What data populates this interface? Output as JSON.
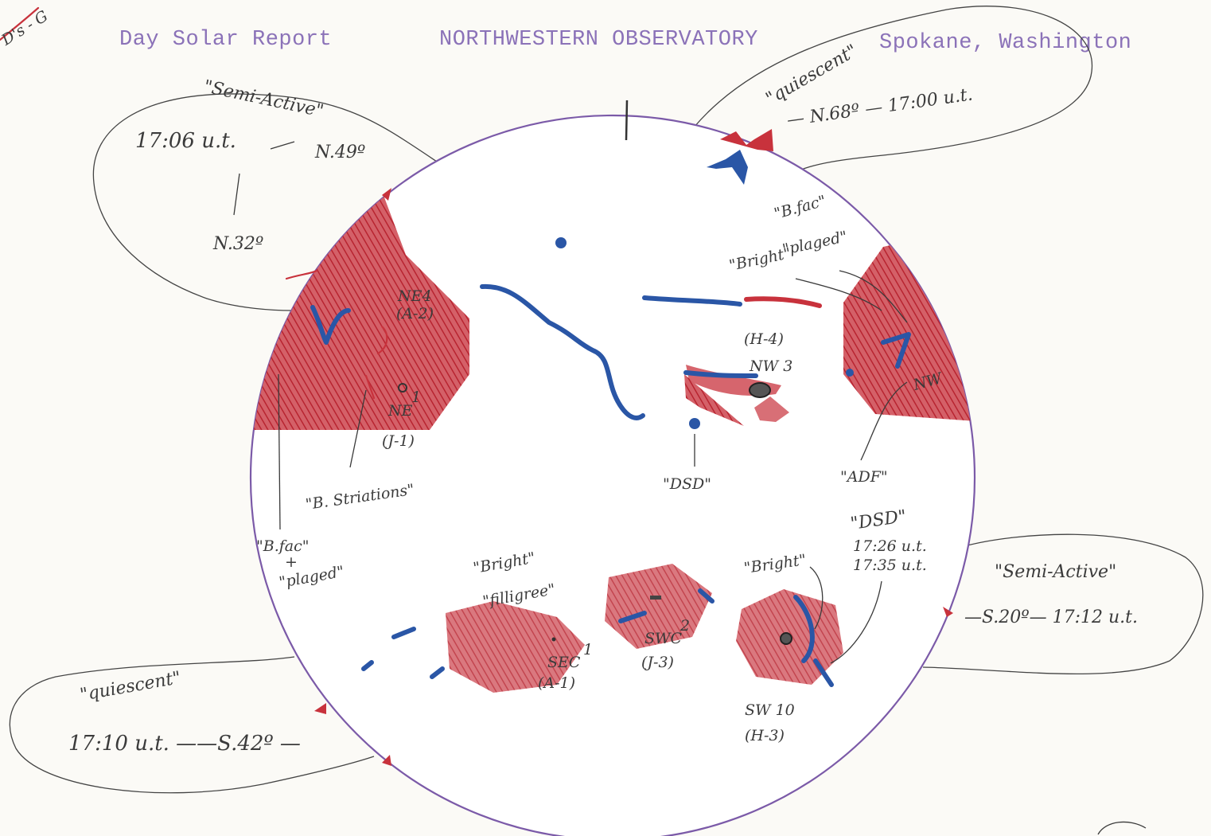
{
  "header": {
    "report_title": "Day Solar Report",
    "observatory": "NORTHWESTERN OBSERVATORY",
    "location": "Spokane, Washington",
    "corner_note": "D's - G"
  },
  "bubbles": {
    "semi_active_ne": {
      "label": "\"Semi-Active\"",
      "time": "17:06 u.t.",
      "lat_a": "N.49º",
      "lat_b": "N.32º"
    },
    "quiescent_n": {
      "label": "\"quiescent\"",
      "line": "— N.68º — 17:00 u.t."
    },
    "semi_active_sw": {
      "label": "\"Semi-Active\"",
      "line": "—S.20º— 17:12 u.t."
    },
    "quiescent_s": {
      "label": "\"quiescent\"",
      "line": "17:10 u.t. ——S.42º —"
    }
  },
  "disk_labels": {
    "ne4": "NE4",
    "ne4_id": "(A-2)",
    "ne1": "NE",
    "ne1_num": "1",
    "ne1_id": "(J-1)",
    "h4": "(H-4)",
    "nw3": "NW 3",
    "dsd_center": "\"DSD\"",
    "b_fac": "\"B.fac\"",
    "plaged": "\"plaged\"",
    "bright": "\"Bright\"",
    "nw": "NW",
    "adf": "\"ADF\"",
    "b_striations": "\"B. Striations\"",
    "b_fac_left": "\"B.fac\"",
    "plus": "+",
    "plaged_left": "\"plaged\"",
    "bright_filligree": "\"Bright\"",
    "filligree": "\"filligree\"",
    "sec": "SEC",
    "sec_num": "1",
    "sec_id": "(A-1)",
    "swc": "SWC",
    "swc_num": "2",
    "swc_id": "(J-3)",
    "bright_sw": "\"Bright\"",
    "dsd_sw": "\"DSD\"",
    "dsd_time_a": "17:26 u.t.",
    "dsd_time_b": "17:35 u.t.",
    "sw10": "SW 10",
    "sw10_id": "(H-3)"
  },
  "colors": {
    "plage_red": "#c8323c",
    "filament_blue": "#2a56a6",
    "typewriter": "#8b72b8",
    "disk_outline": "#7b5aa8",
    "pencil": "#3a3a3a"
  }
}
